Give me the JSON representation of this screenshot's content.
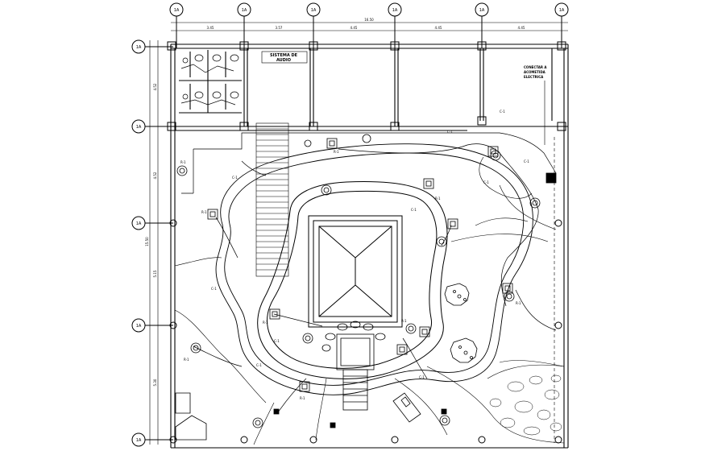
{
  "grid": {
    "col_tags": [
      "1A",
      "1A",
      "1A",
      "1A",
      "1A",
      "1A"
    ],
    "row_tags": [
      "1A",
      "1A",
      "1A",
      "1A",
      "1A"
    ]
  },
  "dimensions": {
    "top_total": "16.50",
    "top_segments": [
      "3.45",
      "3.57",
      "4.45",
      "4.45",
      "4.45"
    ],
    "left_total": "15.50",
    "left_segments": [
      "4.52",
      "4.52",
      "5.15",
      "5.30"
    ]
  },
  "labels": {
    "audio_room": [
      "SISTEMA DE",
      "AUDIO"
    ],
    "connect_note": [
      "CONECTAR A",
      "ACOMETIDA",
      "ELECTRICA"
    ]
  },
  "tags": {
    "circuit": "C-1",
    "box": "R-1"
  }
}
